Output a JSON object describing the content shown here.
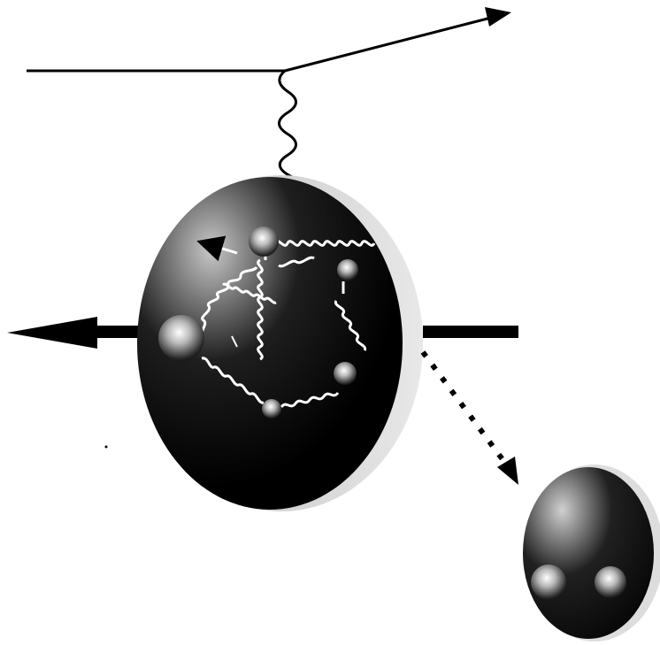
{
  "diagram": {
    "kind": "deep-inelastic-scattering-illustration",
    "labels": [],
    "elements": [
      "incoming-lepton-line",
      "scattered-lepton-arrow",
      "virtual-photon-wavy-line",
      "nucleon-disk",
      "quark-spheres",
      "gluon-springs",
      "spin-arrows",
      "nucleon-spin-axis-arrow",
      "fragment-dotted-arrow",
      "meson-hadron"
    ],
    "colors": {
      "background": "#ffffff",
      "ink": "#000000",
      "gluon": "#ffffff",
      "disk_light": "#d8d8d8",
      "disk_dark": "#000000"
    }
  }
}
